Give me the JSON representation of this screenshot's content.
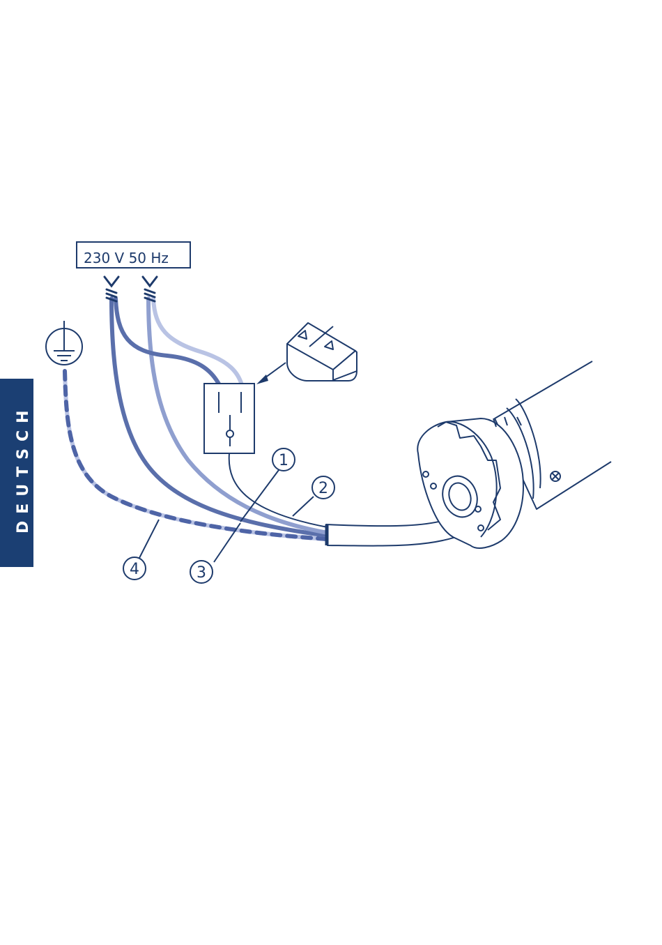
{
  "language_tab": {
    "text": "DEUTSCH",
    "color": "#1b3f73"
  },
  "power_supply": {
    "text": "230 V  50 Hz"
  },
  "callouts": [
    "1",
    "2",
    "3",
    "4"
  ],
  "colors": {
    "outline": "#1d3a6b",
    "wire_dark": "#5a6fab",
    "wire_mid": "#8f9fcf",
    "wire_light": "#b9c3e4",
    "earth_dash": "#4e64a6"
  },
  "icons": [
    "earth-ground-icon",
    "wire-nut-icon",
    "rocker-switch-icon",
    "motor-icon"
  ]
}
